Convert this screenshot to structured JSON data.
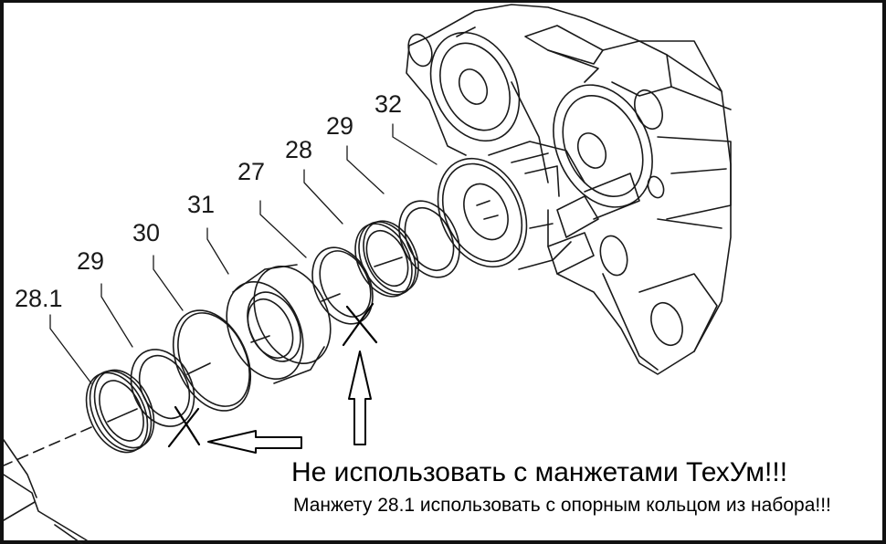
{
  "diagram": {
    "type": "exploded-view technical drawing",
    "subject": "pump seal / packing assembly",
    "callouts": [
      {
        "id": "c-28-1",
        "label": "28.1"
      },
      {
        "id": "c-29a",
        "label": "29"
      },
      {
        "id": "c-30",
        "label": "30"
      },
      {
        "id": "c-31",
        "label": "31"
      },
      {
        "id": "c-27",
        "label": "27"
      },
      {
        "id": "c-28",
        "label": "28"
      },
      {
        "id": "c-29b",
        "label": "29"
      },
      {
        "id": "c-32",
        "label": "32"
      }
    ],
    "marks": [
      {
        "type": "cross",
        "target": "29"
      },
      {
        "type": "cross",
        "target": "27"
      }
    ],
    "arrows": [
      {
        "direction": "left",
        "points_to": "cross on 29"
      },
      {
        "direction": "up",
        "points_to": "cross on 27"
      }
    ]
  },
  "annotation": {
    "title": "Не использовать с манжетами ТехУм!!!",
    "body": "Манжету 28.1 использовать с опорным кольцом из набора!!!"
  },
  "colors": {
    "line": "#1a1a1a",
    "background": "#ffffff",
    "border": "#111111"
  }
}
